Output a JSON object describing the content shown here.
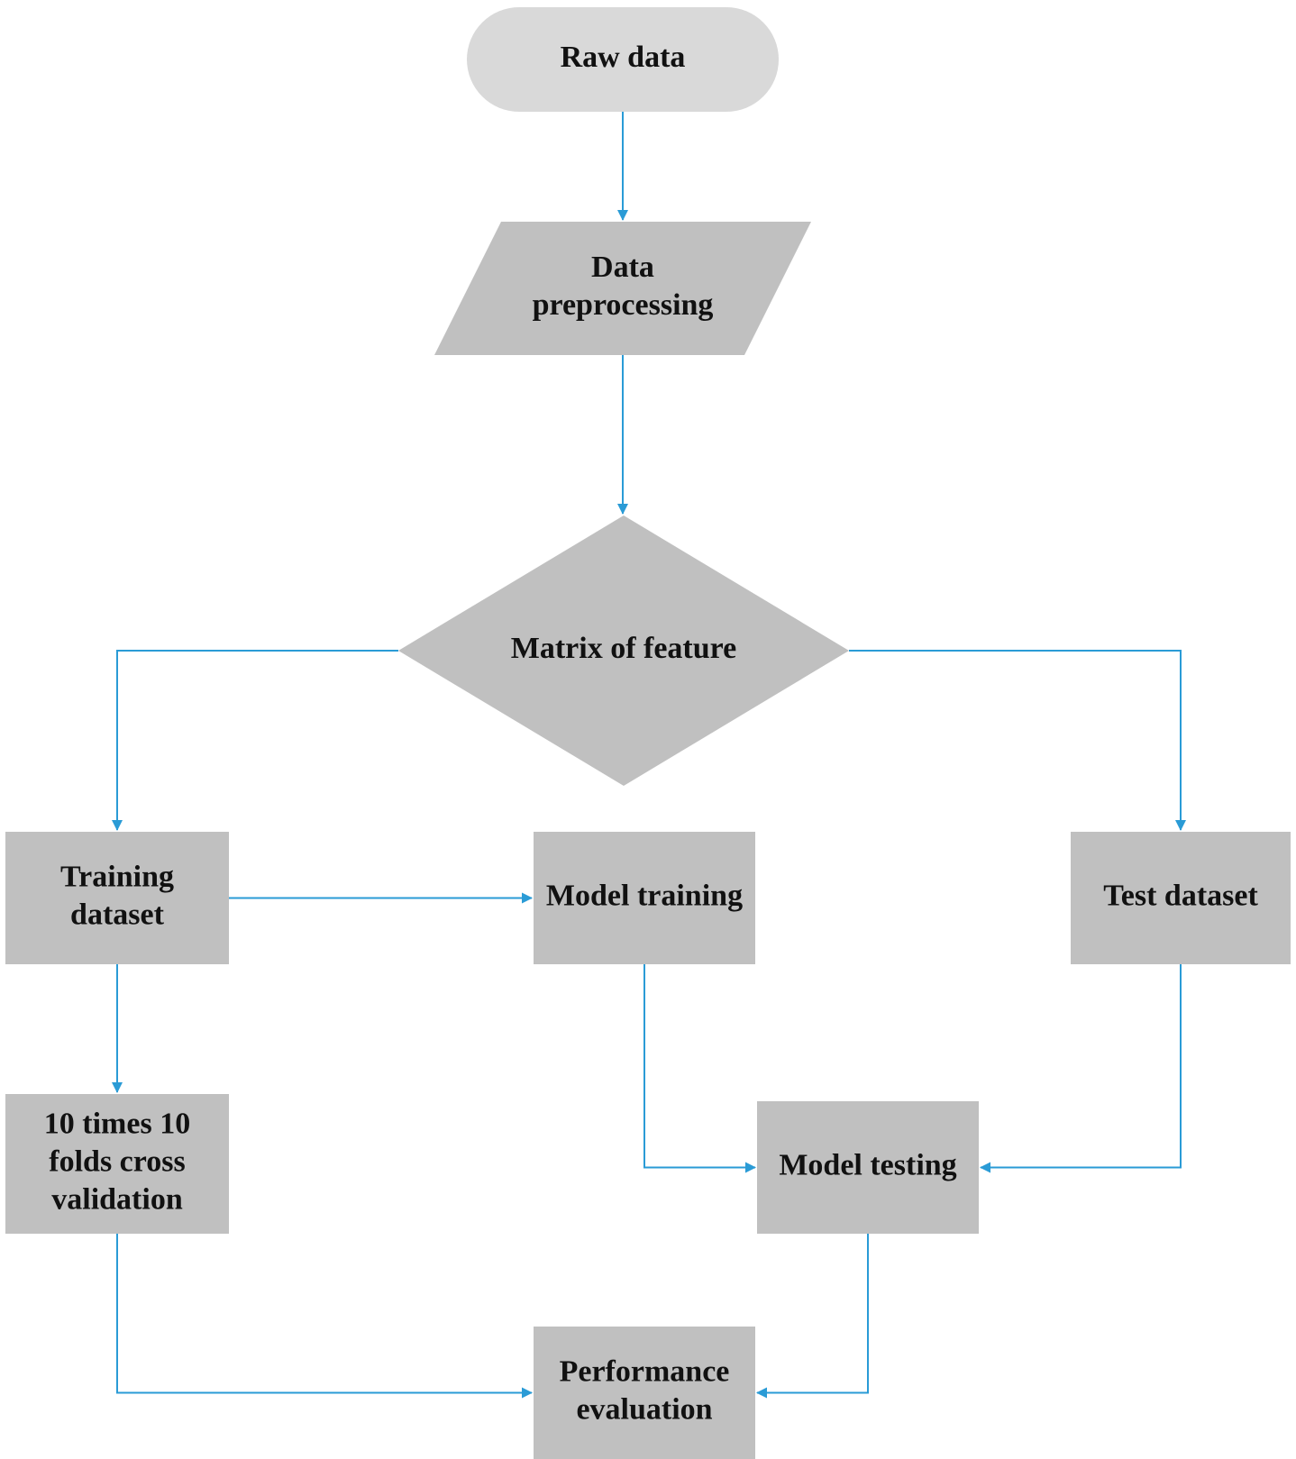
{
  "colors": {
    "node_fill": "#c0c0c0",
    "terminal_fill": "#d9d9d9",
    "edge": "#2a9bd6",
    "text": "#111111",
    "background": "#ffffff"
  },
  "nodes": {
    "raw_data": {
      "shape": "rounded-terminal",
      "lines": [
        "Raw data"
      ]
    },
    "data_preprocessing": {
      "shape": "parallelogram",
      "lines": [
        "Data",
        "preprocessing"
      ]
    },
    "matrix_of_feature": {
      "shape": "diamond",
      "lines": [
        "Matrix of feature"
      ]
    },
    "training_dataset": {
      "shape": "rectangle",
      "lines": [
        "Training",
        "dataset"
      ]
    },
    "model_training": {
      "shape": "rectangle",
      "lines": [
        "Model training"
      ]
    },
    "test_dataset": {
      "shape": "rectangle",
      "lines": [
        "Test dataset"
      ]
    },
    "cross_validation": {
      "shape": "rectangle",
      "lines": [
        "10 times 10",
        "folds cross",
        "validation"
      ]
    },
    "model_testing": {
      "shape": "rectangle",
      "lines": [
        "Model testing"
      ]
    },
    "performance_evaluation": {
      "shape": "rectangle",
      "lines": [
        "Performance",
        "evaluation"
      ]
    }
  },
  "edges": [
    {
      "from": "raw_data",
      "to": "data_preprocessing"
    },
    {
      "from": "data_preprocessing",
      "to": "matrix_of_feature"
    },
    {
      "from": "matrix_of_feature",
      "to": "training_dataset"
    },
    {
      "from": "matrix_of_feature",
      "to": "test_dataset"
    },
    {
      "from": "training_dataset",
      "to": "model_training"
    },
    {
      "from": "training_dataset",
      "to": "cross_validation"
    },
    {
      "from": "model_training",
      "to": "model_testing"
    },
    {
      "from": "test_dataset",
      "to": "model_testing"
    },
    {
      "from": "cross_validation",
      "to": "performance_evaluation"
    },
    {
      "from": "model_testing",
      "to": "performance_evaluation"
    }
  ]
}
